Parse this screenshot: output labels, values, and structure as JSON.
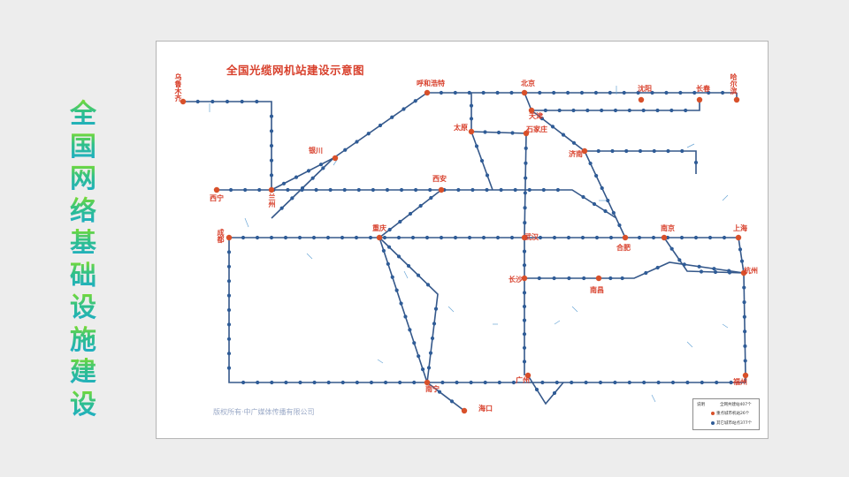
{
  "slide": {
    "side_title_chars": [
      "全",
      "国",
      "网",
      "络",
      "基",
      "础",
      "设",
      "施",
      "建",
      "设"
    ]
  },
  "map": {
    "title": "全国光缆网机站建设示意图",
    "copyright": "版权所有·中广媒体传播有限公司",
    "legend": {
      "label": "说明",
      "total": "全网共建站407个",
      "item1": "重点城市机站26个",
      "item2": "其它城市站点377个"
    },
    "colors": {
      "line": "#35588a",
      "node": "#2f5c97",
      "hub": "#d8502a",
      "title": "#d8402c"
    },
    "cities": [
      {
        "name": "乌鲁木齐",
        "hub": true
      },
      {
        "name": "呼和浩特",
        "hub": true
      },
      {
        "name": "北京",
        "hub": true
      },
      {
        "name": "天津",
        "hub": true
      },
      {
        "name": "沈阳",
        "hub": true
      },
      {
        "name": "长春",
        "hub": true
      },
      {
        "name": "哈尔滨",
        "hub": true
      },
      {
        "name": "银川",
        "hub": true
      },
      {
        "name": "太原",
        "hub": true
      },
      {
        "name": "石家庄",
        "hub": true
      },
      {
        "name": "济南",
        "hub": true
      },
      {
        "name": "西宁",
        "hub": true
      },
      {
        "name": "兰州",
        "hub": true
      },
      {
        "name": "西安",
        "hub": true
      },
      {
        "name": "成都",
        "hub": true
      },
      {
        "name": "重庆",
        "hub": true
      },
      {
        "name": "武汉",
        "hub": true
      },
      {
        "name": "合肥",
        "hub": true
      },
      {
        "name": "南京",
        "hub": true
      },
      {
        "name": "上海",
        "hub": true
      },
      {
        "name": "杭州",
        "hub": true
      },
      {
        "name": "长沙",
        "hub": true
      },
      {
        "name": "南昌",
        "hub": true
      },
      {
        "name": "南宁",
        "hub": true
      },
      {
        "name": "广州",
        "hub": true
      },
      {
        "name": "海口",
        "hub": true
      },
      {
        "name": "福州",
        "hub": true
      }
    ]
  }
}
